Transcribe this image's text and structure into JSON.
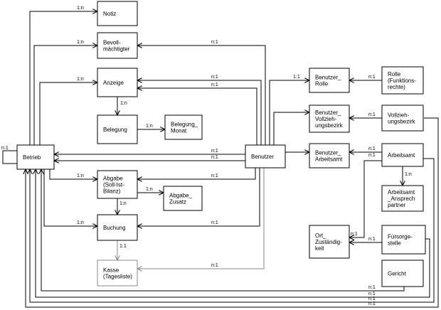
{
  "entities": {
    "notiz": [
      "Notiz"
    ],
    "bevollmaechtigter": [
      "Bevoll-",
      "mächtigter"
    ],
    "anzeige": [
      "Anzeige"
    ],
    "belegung": [
      "Belegung"
    ],
    "belegung_monat": [
      "Belegung_",
      "Monat"
    ],
    "betrieb": [
      "Betrieb"
    ],
    "abgabe": [
      "Abgabe",
      "(Soll-Ist-",
      "Bilanz)"
    ],
    "abgabe_zusatz": [
      "Abgabe_",
      "Zusatz"
    ],
    "buchung": [
      "Buchung"
    ],
    "kasse": [
      "Kasse",
      "(Tagesliste)"
    ],
    "benutzer": [
      "Benutzer"
    ],
    "benutzer_rolle": [
      "Benutzer_",
      "Rolle"
    ],
    "rolle": [
      "Rolle",
      "(Funktions-",
      "rechte)"
    ],
    "benutzer_vollziehungsbezirk": [
      "Benutzer_",
      "Vollzieh-",
      "ungsbezirk"
    ],
    "vollziehungsbezirk": [
      "Vollzieh-",
      "ungsbezirk"
    ],
    "benutzer_arbeitsamt": [
      "Benutzer_",
      "Arbeitsamt"
    ],
    "arbeitsamt": [
      "Arbeitsamt"
    ],
    "arbeitsamt_ansprechpartner": [
      "Arbeitsamt",
      "_Ansprech",
      "partner"
    ],
    "ort_zustaendigkeit": [
      "Ort_",
      "Zuständig-",
      "keit"
    ],
    "fuersorgestelle": [
      "Fürsorge-",
      "stelle"
    ],
    "gericht": [
      "Gericht"
    ]
  },
  "cardinalities": {
    "self_betrieb": "n:1",
    "notiz": "1:n",
    "bevoll_left": "1:n",
    "bevoll_right": "n:1",
    "anzeige_left": "1:n",
    "anzeige_right_1": "n:1",
    "anzeige_right_2": "n:1",
    "anzeige_belegung": "1:n",
    "belegung_monat": "1:n",
    "betrieb_benutzer_1": "n:1",
    "betrieb_benutzer_2": "n:1",
    "abgabe_left": "1:n",
    "abgabe_right": "n:1",
    "abgabe_zusatz": "1:n",
    "abgabe_buchung": "1:n",
    "buchung_left": "1:n",
    "buchung_right": "n:1",
    "buchung_kasse": "1:1",
    "kasse_benutzer": "n:1",
    "benutzer_rolle": "1:1",
    "rolle": "n:1",
    "vollzieh": "n:1",
    "arbeitsamt_1": "n:1",
    "arbeitsamt_2": "n:1",
    "arbeitsamt_ansprech": "1:n",
    "ort_arbeitsamt": "n:1",
    "ort_fuersorge": "n:1",
    "bottom_1": "n:1",
    "bottom_2": "n:1",
    "bottom_3": "n:1",
    "bottom_4": "n:1"
  }
}
